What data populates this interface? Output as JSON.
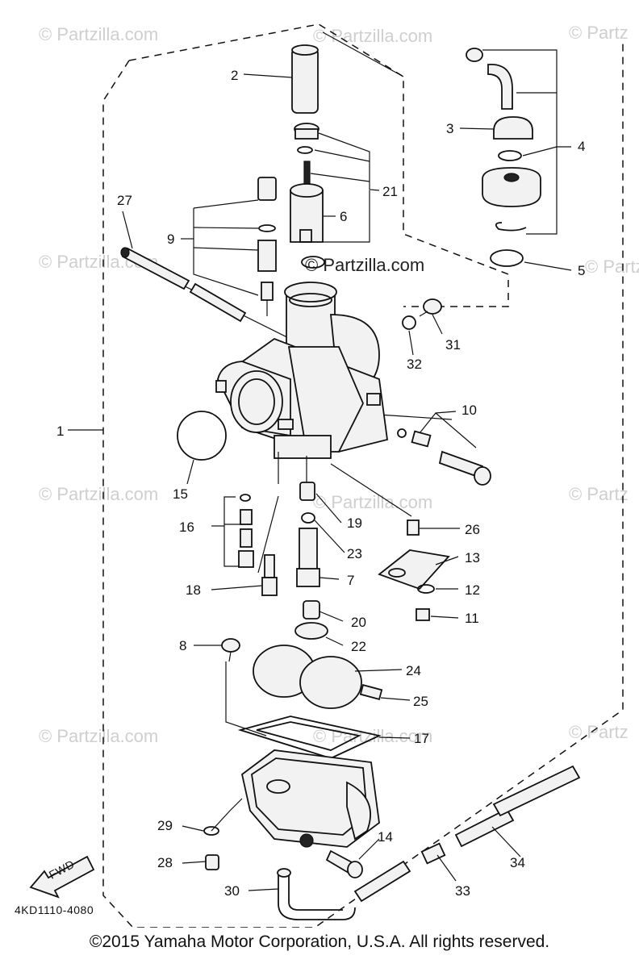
{
  "watermarks": [
    "© Partzilla.com",
    "© Partzilla.com",
    "© Partz",
    "© Partzilla.com",
    "© Partz",
    "© Partzilla.com",
    "© Partzilla.com",
    "© Partz",
    "© Partzilla.com",
    "© Partzilla.com",
    "© Partz"
  ],
  "center_watermark": "© Partzilla.com",
  "callouts": [
    "1",
    "2",
    "3",
    "4",
    "5",
    "6",
    "7",
    "8",
    "9",
    "10",
    "11",
    "12",
    "13",
    "14",
    "15",
    "16",
    "17",
    "18",
    "19",
    "20",
    "21",
    "22",
    "23",
    "24",
    "25",
    "26",
    "27",
    "28",
    "29",
    "30",
    "31",
    "32",
    "33",
    "34"
  ],
  "fwd_label": "FWD",
  "diagram_code": "4KD1110-4080",
  "copyright": "©2015  Yamaha Motor Corporation, U.S.A. All rights reserved."
}
